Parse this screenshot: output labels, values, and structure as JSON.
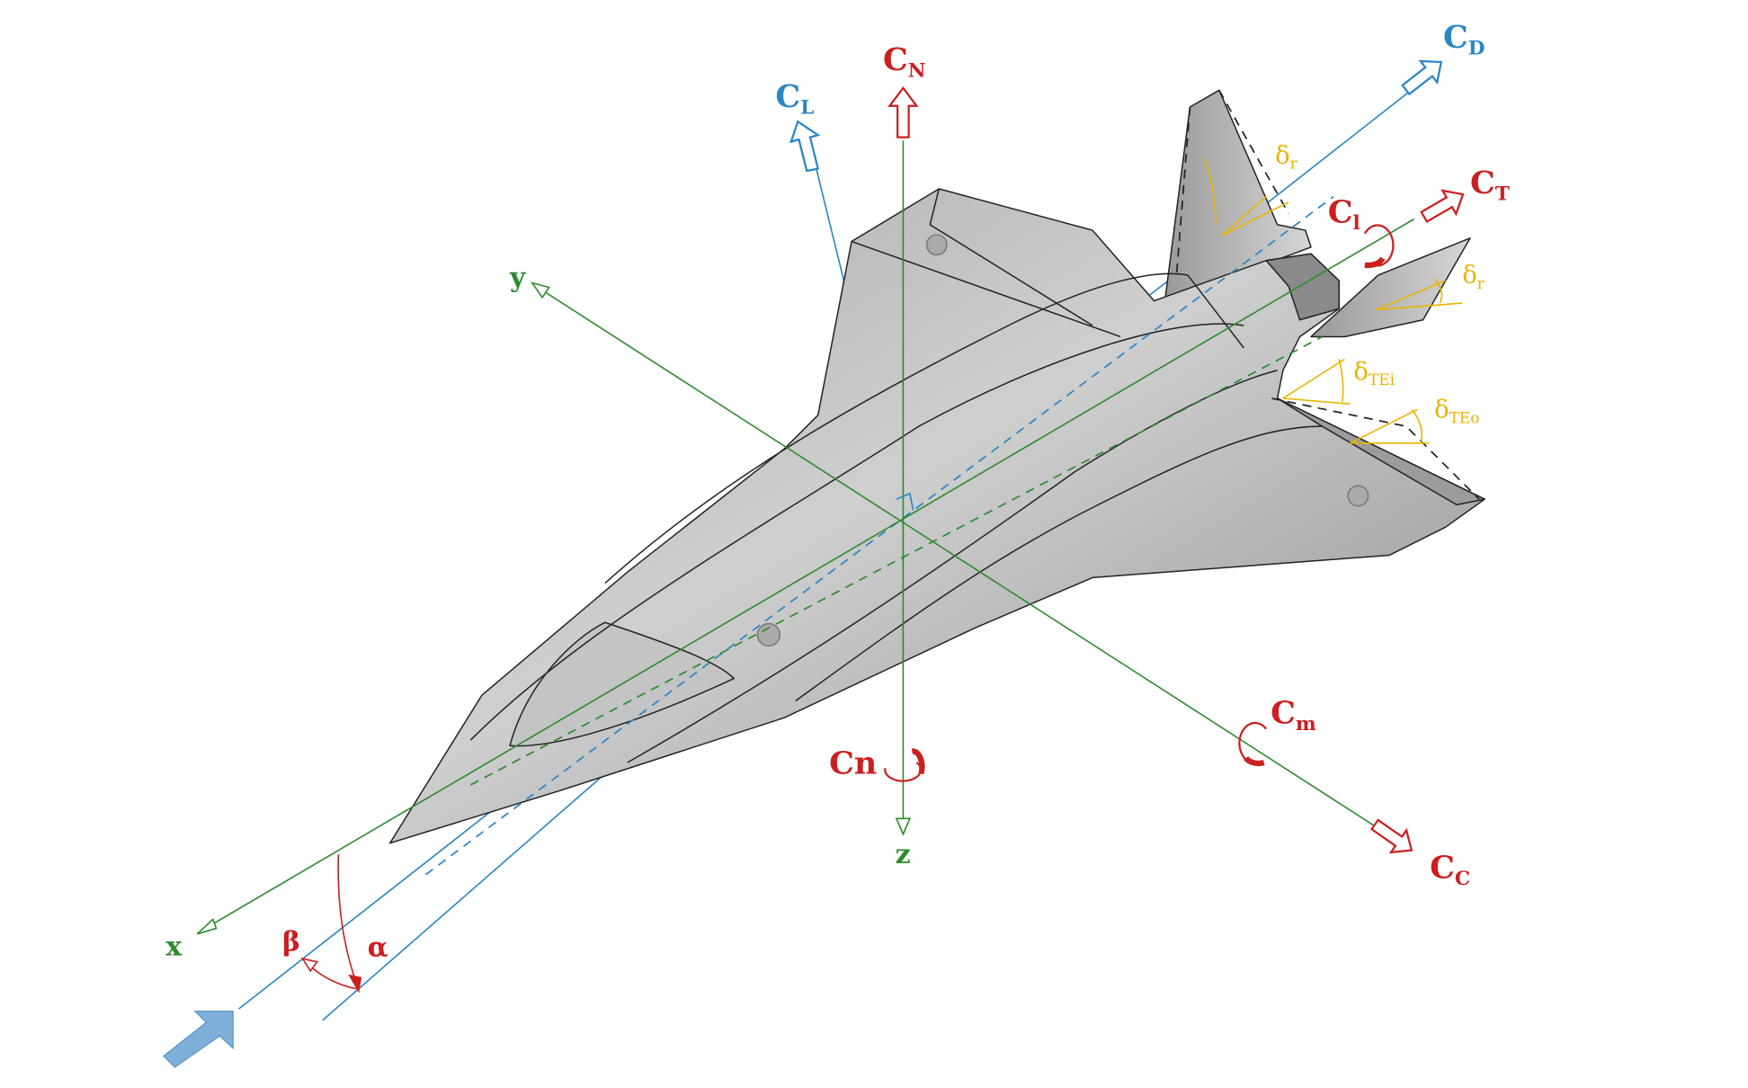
{
  "colors": {
    "axes": "#2e8b2e",
    "wind": "#2b86c5",
    "force": "#cc1f1f",
    "deflection": "#e8b400",
    "body": "#b8b8b8"
  },
  "axes": {
    "x": "x",
    "y": "y",
    "z": "z"
  },
  "forces": {
    "CN": {
      "main": "C",
      "sub": "N"
    },
    "CL": {
      "main": "C",
      "sub": "L"
    },
    "CD": {
      "main": "C",
      "sub": "D"
    },
    "CT": {
      "main": "C",
      "sub": "T"
    },
    "CC": {
      "main": "C",
      "sub": "C"
    }
  },
  "moments": {
    "Cl": {
      "main": "C",
      "sub": "l"
    },
    "Cm": {
      "main": "C",
      "sub": "m"
    },
    "Cn": {
      "main": "Cn"
    }
  },
  "angles": {
    "alpha": "α",
    "beta": "β"
  },
  "deflections": {
    "rudder_left": {
      "main": "δ",
      "sub": "r"
    },
    "rudder_right": {
      "main": "δ",
      "sub": "r"
    },
    "te_inner": {
      "main": "δ",
      "sub": "TEi"
    },
    "te_outer": {
      "main": "δ",
      "sub": "TEo"
    }
  }
}
